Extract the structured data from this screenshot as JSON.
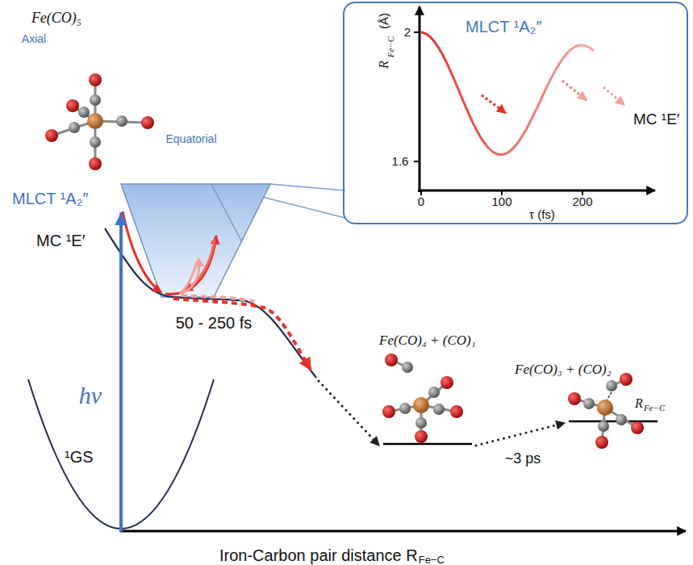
{
  "diagram": {
    "nodes": [
      {
        "text": [
          "¹GS"
        ]
      },
      {
        "text": [
          "MLCT ¹A₂″"
        ]
      },
      {
        "text": [
          "MC ¹E′"
        ]
      },
      {
        "text": [
          "Fe(CO)₄ + (CO)₁"
        ]
      },
      {
        "text": [
          "Fe(CO)₃ + (CO)₂"
        ]
      },
      {
        "text": [
          "MLCT ¹A₂″",
          "MC ¹E′"
        ]
      }
    ],
    "edges": [
      {
        "from": 0,
        "to": 1,
        "arrow": "to",
        "label": "hν"
      },
      {
        "from": 2,
        "to": 3,
        "arrow": "to"
      },
      {
        "from": 3,
        "to": 4,
        "arrow": "to",
        "label": "~3 ps"
      }
    ],
    "labels": [
      "Fe(CO)₅",
      "Axial",
      "Equatorial",
      "50 - 250 fs",
      "R",
      "Fe−C",
      "Iron-Carbon pair distance R",
      "Fe−C",
      "2",
      "1.6",
      "0",
      "100",
      "200",
      "τ (fs)",
      "R",
      "Fe−C",
      "(Å)"
    ]
  }
}
